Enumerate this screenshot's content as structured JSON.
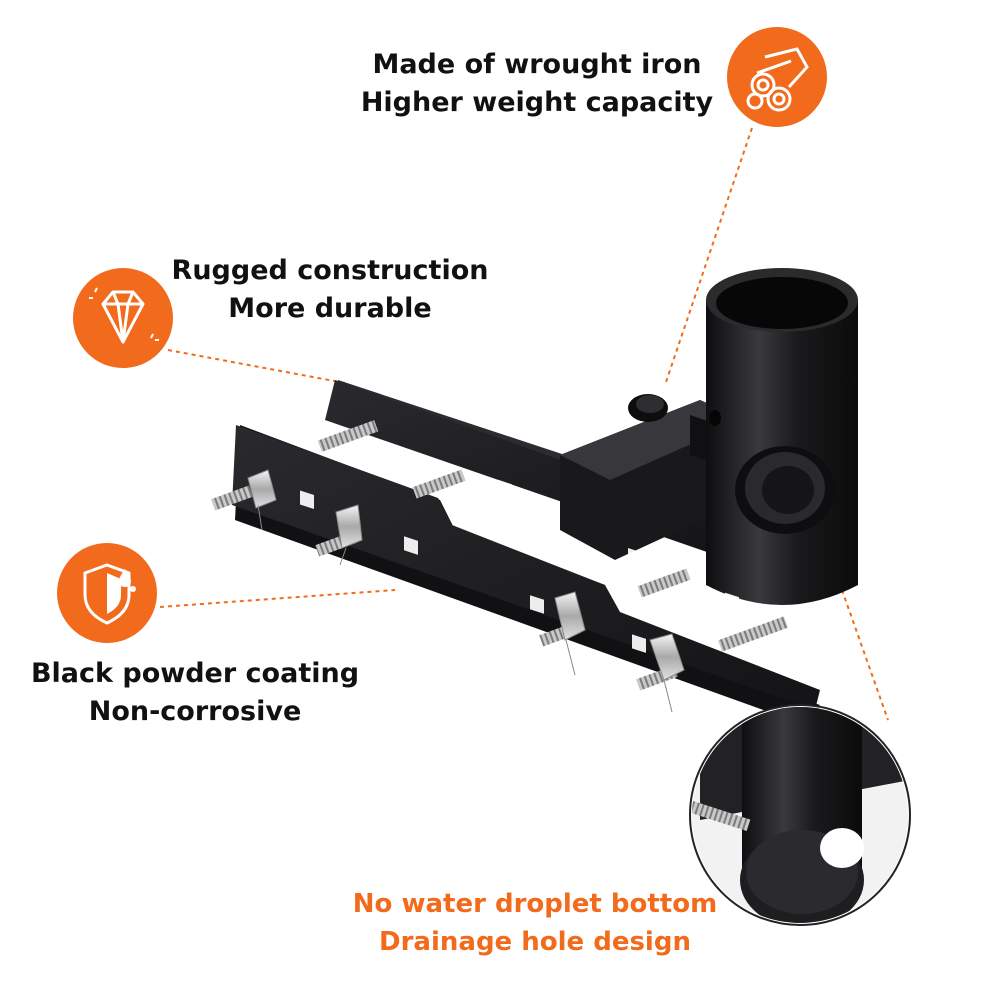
{
  "colors": {
    "accent": "#f26a1b",
    "text": "#111111",
    "metal": "#1c1c1e",
    "leader": "#f26a1b"
  },
  "icons": [
    "wood-logs-icon",
    "diamond-icon",
    "shield-droplet-icon"
  ],
  "features": {
    "iron": {
      "line1": "Made of wrought iron",
      "line2": "Higher weight capacity"
    },
    "rugged": {
      "line1": "Rugged construction",
      "line2": "More durable"
    },
    "coating": {
      "line1": "Black powder coating",
      "line2": "Non-corrosive"
    },
    "drainage": {
      "line1": "No water droplet bottom",
      "line2": "Drainage hole design"
    }
  }
}
